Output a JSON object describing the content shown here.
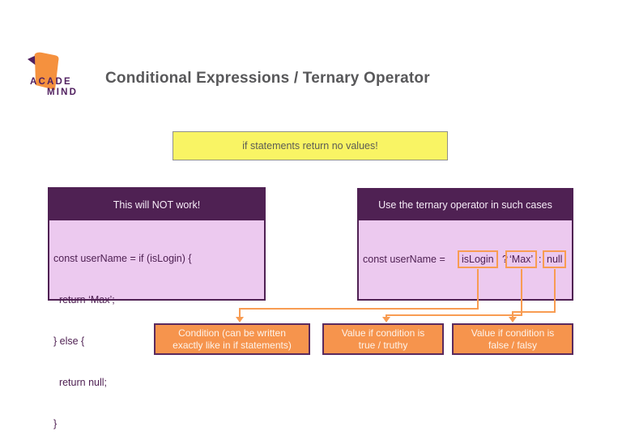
{
  "slide": {
    "logo": {
      "acade": "ACADE",
      "mind": "MIND"
    },
    "title": "Conditional Expressions / Ternary Operator",
    "callout": "if statements return no values!",
    "left_panel": {
      "title": "This will NOT work!",
      "code_lines": [
        "const userName = if (isLogin) {",
        "  return ‘Max’;",
        "} else {",
        "  return null;",
        "}"
      ]
    },
    "right_panel": {
      "title": "Use the ternary operator in such cases",
      "code_prefix": "const userName =",
      "condition": "isLogin",
      "question_mark": "?",
      "true_value": "‘Max’",
      "colon": ":",
      "false_value": "null"
    },
    "labels": [
      {
        "line1": "Condition (can be written",
        "line2": "exactly like in if statements)"
      },
      {
        "line1": "Value if condition is",
        "line2": "true / truthy"
      },
      {
        "line1": "Value if condition is",
        "line2": "false / falsy"
      }
    ],
    "colors": {
      "brand_orange": "#F5913E",
      "connector_orange": "#F89C52",
      "label_box_orange": "#F6944D",
      "header_purple": "#4F2153",
      "panel_body_purple": "#ECC9EF",
      "label_border_purple": "#5A2A5E",
      "logo_text_purple": "#512160",
      "callout_yellow": "#F9F464",
      "title_gray": "#58585A"
    }
  }
}
